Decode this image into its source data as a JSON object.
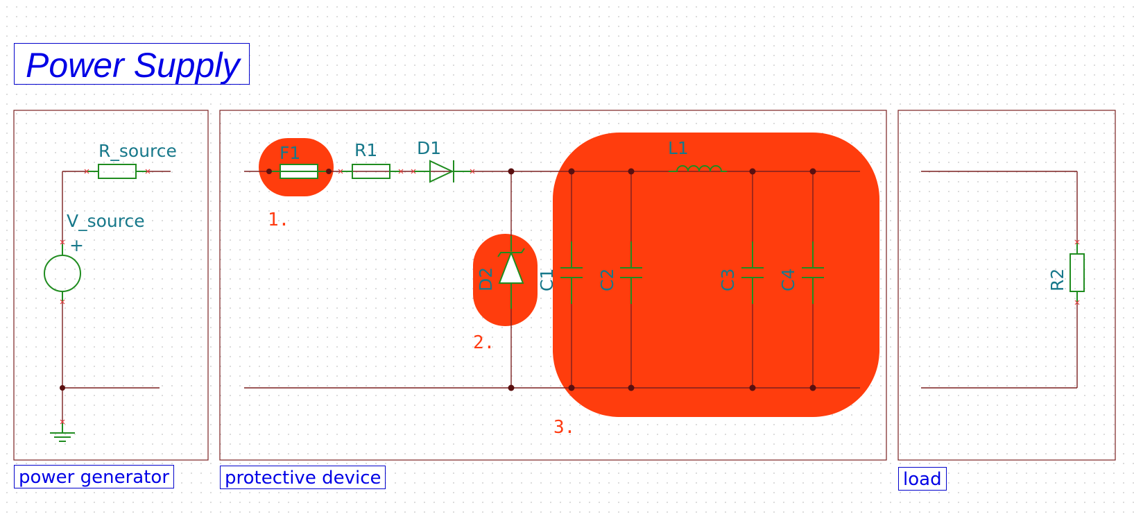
{
  "title": "Power Supply",
  "sections": {
    "generator": "power generator",
    "protective": "protective device",
    "load": "load"
  },
  "components": {
    "r_source": "R_source",
    "v_source": "V_source",
    "v_source_polarity": "+",
    "f1": "F1",
    "r1": "R1",
    "d1": "D1",
    "d2": "D2",
    "c1": "C1",
    "c2": "C2",
    "c3": "C3",
    "c4": "C4",
    "l1": "L1",
    "r2": "R2"
  },
  "annotations": {
    "n1": "1.",
    "n2": "2.",
    "n3": "3."
  },
  "colors": {
    "highlight": "#ff3d0d",
    "wire": "#7a1f1f",
    "component": "#1f8c1f",
    "label": "#17788a",
    "frame_label": "#0000e6"
  }
}
